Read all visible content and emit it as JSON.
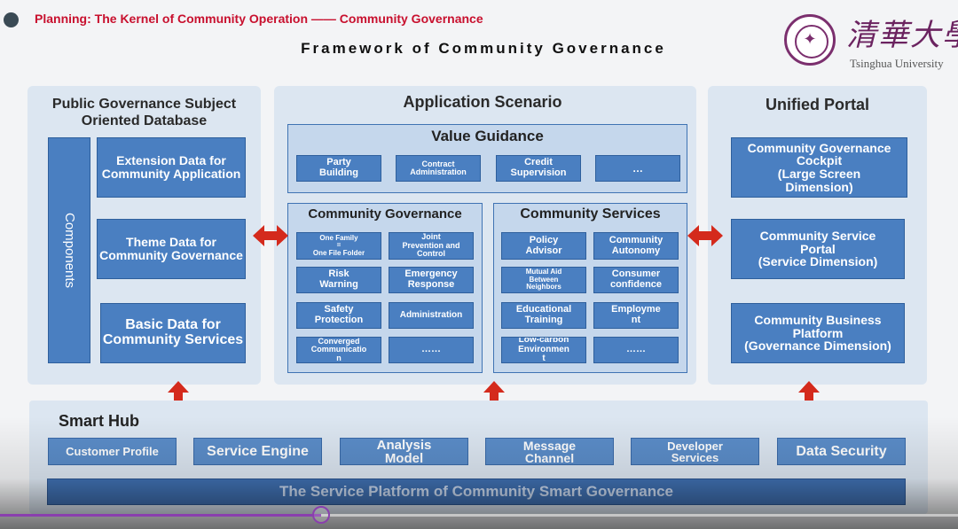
{
  "header": {
    "slide_heading": "Planning: The Kernel of Community Operation —— Community Governance",
    "framework_title": "Framework of Community Governance",
    "university_cn": "清華大學",
    "university_en": "Tsinghua University"
  },
  "left_panel": {
    "title": "Public Governance Subject Oriented Database",
    "components_label": "Components",
    "items": [
      "Extension Data for Community Application",
      "Theme Data for Community Governance",
      "Basic Data for Community Services"
    ]
  },
  "center_panel": {
    "title": "Application Scenario",
    "value_guidance": {
      "title": "Value Guidance",
      "items": [
        "Party\nBuilding",
        "Contract\nAdministration",
        "Credit\nSupervision",
        "…"
      ]
    },
    "community_governance": {
      "title": "Community Governance",
      "items": [
        "One Family\n=\nOne File Folder",
        "Joint\nPrevention and\nControl",
        "Risk\nWarning",
        "Emergency\nResponse",
        "Safety\nProtection",
        "Administration",
        "Converged\nCommunicatio\nn",
        "……"
      ]
    },
    "community_services": {
      "title": "Community Services",
      "items": [
        "Policy\nAdvisor",
        "Community\nAutonomy",
        "Mutual Aid\nBetween\nNeighbors",
        "Consumer\nconfidence",
        "Educational\nTraining",
        "Employme\nnt",
        "Low-carbon\nEnvironmen\nt",
        "……"
      ]
    }
  },
  "right_panel": {
    "title": "Unified Portal",
    "items": [
      "Community Governance\nCockpit\n(Large Screen\nDimension)",
      "Community Service\nPortal\n(Service Dimension)",
      "Community Business\nPlatform\n(Governance Dimension)"
    ]
  },
  "smart_hub": {
    "title": "Smart Hub",
    "items": [
      "Customer Profile",
      "Service Engine",
      "Analysis\nModel",
      "Message\nChannel",
      "Developer\nServices",
      "Data Security"
    ],
    "platform": "The Service Platform of  Community Smart Governance"
  },
  "colors": {
    "heading_red": "#c8102e",
    "box_blue": "#4a7fc1",
    "panel_bg": "#dce6f1",
    "arrow_red": "#d42a1c",
    "tsinghua_purple": "#6b2360"
  },
  "video": {
    "progress_fraction": 0.335
  }
}
